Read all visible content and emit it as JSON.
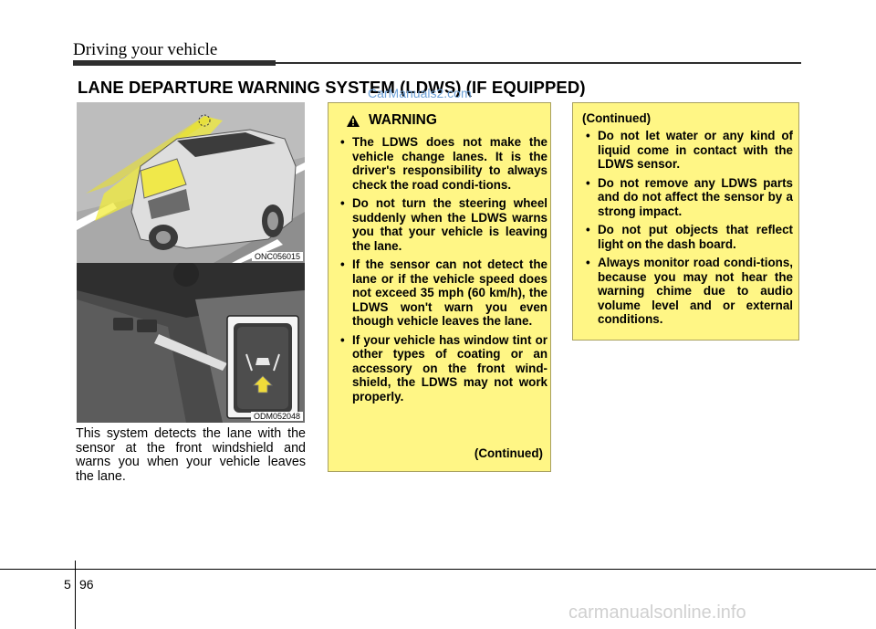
{
  "header": {
    "title": "Driving your vehicle"
  },
  "section": {
    "title": "LANE DEPARTURE WARNING SYSTEM (LDWS) (IF EQUIPPED)"
  },
  "watermark_top": "CarManuals2.com",
  "figures": [
    {
      "code": "ONC056015"
    },
    {
      "code": "ODM052048"
    }
  ],
  "intro": "This system detects the lane with the sensor at the front windshield and warns you when your vehicle leaves the lane.",
  "warning": {
    "title": "WARNING",
    "items": [
      "The LDWS does not make the vehicle change lanes. It is the driver's responsibility to always check the road condi-tions.",
      "Do not turn the steering wheel suddenly when the LDWS warns you that your vehicle is leaving the lane.",
      "If the sensor can not detect the lane or if the vehicle speed does not exceed 35 mph (60 km/h), the LDWS won't warn you even though vehicle leaves the lane.",
      "If your vehicle has window tint or other types of coating or an accessory on the front wind-shield, the LDWS may not work properly."
    ],
    "continued": "(Continued)"
  },
  "continuation": {
    "title": "(Continued)",
    "items": [
      "Do not let water or any kind of liquid come in contact with the LDWS sensor.",
      "Do not remove any LDWS parts and do not affect the sensor by a strong impact.",
      "Do not put objects that reflect light on the dash board.",
      "Always monitor road condi-tions, because you may not hear the warning chime due to audio volume level and or external conditions."
    ]
  },
  "footer": {
    "section": "5",
    "page": "96",
    "watermark": "carmanualsonline.info"
  },
  "colors": {
    "warning_bg": "#fff685",
    "rule": "#2e2e2e",
    "watermark": "#6fa2d8"
  }
}
